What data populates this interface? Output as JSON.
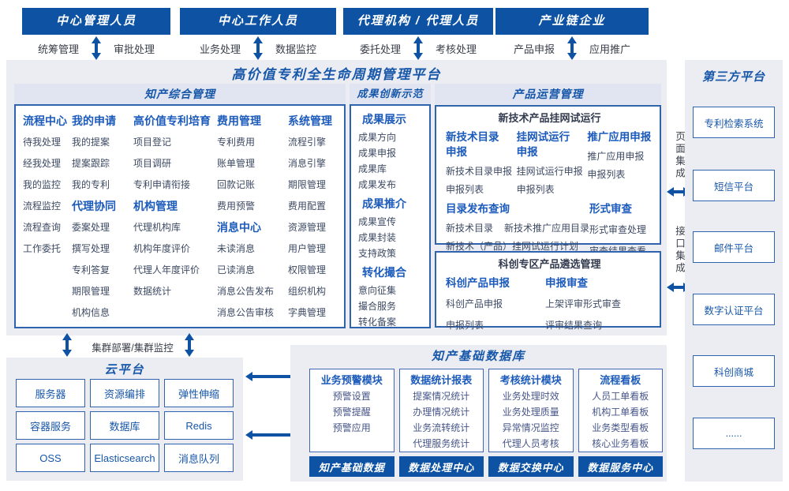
{
  "colors": {
    "primary_blue": "#0D52A3",
    "box_border_blue": "#2F63AD",
    "heading_blue": "#1757A9",
    "group_title_blue": "#1C5BBB",
    "item_text": "#3D4A63",
    "band_bg": "#E1E5F1",
    "panel_bg": "#ECEDF3"
  },
  "top_roles": [
    {
      "label": "中心管理人员",
      "functions": [
        "统筹管理",
        "审批处理"
      ]
    },
    {
      "label": "中心工作人员",
      "functions": [
        "业务处理",
        "数据监控"
      ]
    },
    {
      "label": "代理机构 / 代理人员",
      "functions": [
        "委托处理",
        "考核处理"
      ]
    },
    {
      "label": "产业链企业",
      "functions": [
        "产品申报",
        "应用推广"
      ]
    }
  ],
  "platform": {
    "title": "高价值专利全生命周期管理平台",
    "ip_management": {
      "title": "知产综合管理",
      "columns": [
        {
          "groups": [
            {
              "title": "流程中心",
              "items": [
                "待我处理",
                "经我处理",
                "我的监控",
                "流程监控",
                "流程查询",
                "工作委托"
              ]
            }
          ]
        },
        {
          "groups": [
            {
              "title": "我的申请",
              "items": [
                "我的提案",
                "提案跟踪",
                "我的专利"
              ]
            },
            {
              "title": "代理协同",
              "items": [
                "委案处理",
                "撰写处理",
                "专利答复",
                "期限管理",
                "机构信息"
              ]
            }
          ]
        },
        {
          "groups": [
            {
              "title": "高价值专利培育",
              "items": [
                "项目登记",
                "项目调研",
                "专利申请衔接"
              ]
            },
            {
              "title": "机构管理",
              "items": [
                "代理机构库",
                "机构年度评价",
                "代理人年度评价",
                "数据统计"
              ]
            }
          ]
        },
        {
          "groups": [
            {
              "title": "费用管理",
              "items": [
                "专利费用",
                "账单管理",
                "回款记账",
                "费用预警"
              ]
            },
            {
              "title": "消息中心",
              "items": [
                "未读消息",
                "已读消息",
                "消息公告发布",
                "消息公告审核"
              ]
            }
          ]
        },
        {
          "groups": [
            {
              "title": "系统管理",
              "items": [
                "流程引擎",
                "消息引擎",
                "期限管理",
                "费用配置",
                "资源管理",
                "用户管理",
                "权限管理",
                "组织机构",
                "字典管理"
              ]
            }
          ]
        }
      ]
    },
    "achievement": {
      "title": "成果创新示范",
      "groups": [
        {
          "title": "成果展示",
          "items": [
            "成果方向",
            "成果申报",
            "成果库",
            "成果发布"
          ]
        },
        {
          "title": "成果推介",
          "items": [
            "成果宣传",
            "成果封装",
            "支持政策"
          ]
        },
        {
          "title": "转化撮合",
          "items": [
            "意向征集",
            "撮合服务",
            "转化备案"
          ]
        }
      ]
    },
    "product_ops": {
      "title": "产品运营管理",
      "trial": {
        "title": "新技术产品挂网试运行",
        "columns": [
          {
            "title": "新技术目录申报",
            "items": [
              "新技术目录申报",
              "申报列表"
            ]
          },
          {
            "title": "挂网试运行申报",
            "items": [
              "挂网试运行申报",
              "申报列表"
            ]
          },
          {
            "title": "推广应用申报",
            "items": [
              "推广应用申报",
              "申报列表"
            ]
          }
        ],
        "catalog": {
          "title": "目录发布查询",
          "row1": [
            "新技术目录",
            "新技术推广应用目录"
          ],
          "row2": "新技术（产品）挂网试运行计划"
        },
        "review": {
          "title": "形式审查",
          "items": [
            "形式审查处理",
            "审查结果查看"
          ]
        }
      },
      "selection": {
        "title": "科创专区产品遴选管理",
        "columns": [
          {
            "title": "科创产品申报",
            "items": [
              "科创产品申报",
              "申报列表"
            ]
          },
          {
            "title": "申报审查",
            "items": [
              "上架评审形式审查",
              "评审结果查询"
            ]
          }
        ]
      }
    }
  },
  "integration": {
    "page": "页面集成",
    "interface": "接口集成"
  },
  "third_party": {
    "title": "第三方平台",
    "systems": [
      "专利检索系统",
      "短信平台",
      "邮件平台",
      "数字认证平台",
      "科创商城",
      "......"
    ]
  },
  "cluster_label": "集群部署/集群监控",
  "cloud": {
    "title": "云平台",
    "services": [
      "服务器",
      "资源编排",
      "弹性伸缩",
      "容器服务",
      "数据库",
      "Redis",
      "OSS",
      "Elasticsearch",
      "消息队列"
    ]
  },
  "database": {
    "title": "知产基础数据库",
    "modules": [
      {
        "title": "业务预警模块",
        "items": [
          "预警设置",
          "预警提醒",
          "预警应用"
        ]
      },
      {
        "title": "数据统计报表",
        "items": [
          "提案情况统计",
          "办理情况统计",
          "业务流转统计",
          "代理服务统计"
        ]
      },
      {
        "title": "考核统计模块",
        "items": [
          "业务处理时效",
          "业务处理质量",
          "异常情况监控",
          "代理人员考核"
        ]
      },
      {
        "title": "流程看板",
        "items": [
          "人员工单看板",
          "机构工单看板",
          "业务类型看板",
          "核心业务看板"
        ]
      }
    ],
    "centers": [
      "知产基础数据",
      "数据处理中心",
      "数据交换中心",
      "数据服务中心"
    ]
  }
}
